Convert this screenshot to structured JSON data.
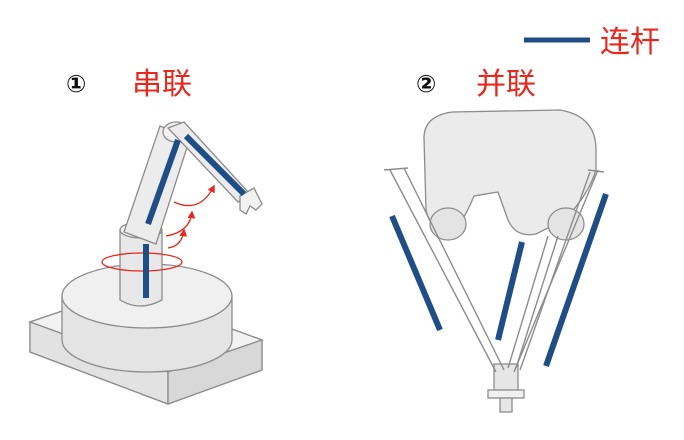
{
  "legend": {
    "label": "连杆",
    "color": "#1f4e86"
  },
  "panels": [
    {
      "number": "①",
      "title": "串联"
    },
    {
      "number": "②",
      "title": "并联"
    }
  ],
  "colors": {
    "link": "#1f4e86",
    "title": "#e8281e",
    "arrow": "#e8281e",
    "body_fill": "#ececec",
    "body_stroke": "#8c8c8c"
  }
}
